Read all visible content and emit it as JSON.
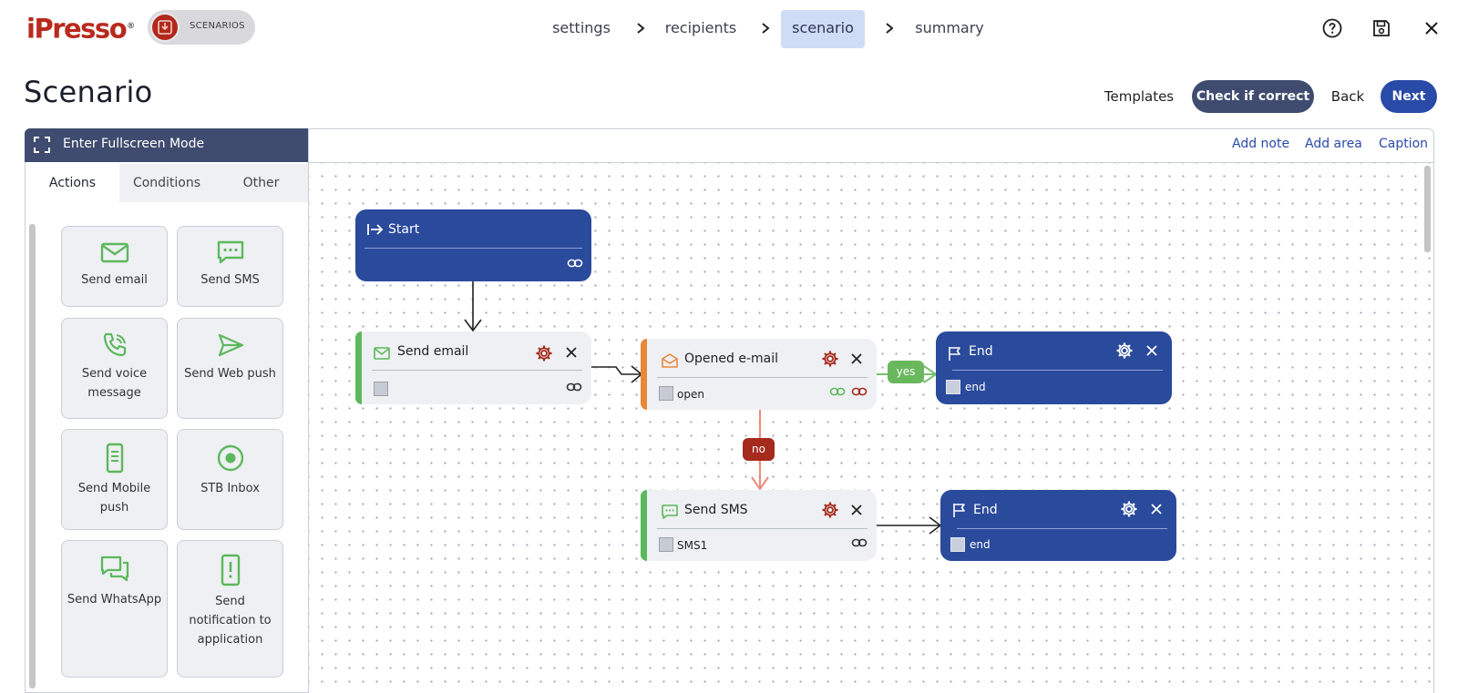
{
  "app": {
    "logo": "iPresso",
    "logo_mark": "®",
    "module_badge": "SCENARIOS"
  },
  "steps": [
    {
      "label": "settings"
    },
    {
      "label": "recipients"
    },
    {
      "label": "scenario"
    },
    {
      "label": "summary"
    }
  ],
  "header": {
    "title": "Scenario",
    "templates": "Templates",
    "check": "Check if correct",
    "back": "Back",
    "next": "Next"
  },
  "panel": {
    "fullscreen": "Enter Fullscreen Mode",
    "add_note": "Add note",
    "add_area": "Add area",
    "caption": "Caption",
    "tabs": [
      "Actions",
      "Conditions",
      "Other"
    ],
    "tiles": [
      {
        "label": "Send email",
        "icon": "mail-icon"
      },
      {
        "label": "Send SMS",
        "icon": "sms-icon"
      },
      {
        "label": "Send voice message",
        "icon": "phone-icon"
      },
      {
        "label": "Send Web push",
        "icon": "send-icon"
      },
      {
        "label": "Send Mobile push",
        "icon": "mobile-icon"
      },
      {
        "label": "STB Inbox",
        "icon": "radio-icon"
      },
      {
        "label": "Send WhatsApp",
        "icon": "chat-icon"
      },
      {
        "label": "Send notification to application",
        "icon": "phone-alert-icon"
      }
    ]
  },
  "flow": {
    "start": {
      "title": "Start"
    },
    "send_email": {
      "title": "Send email"
    },
    "opened_email": {
      "title": "Opened e-mail",
      "sub": "open"
    },
    "end1": {
      "title": "End",
      "sub": "end"
    },
    "send_sms": {
      "title": "Send SMS",
      "sub": "SMS1"
    },
    "end2": {
      "title": "End",
      "sub": "end"
    },
    "yes_label": "yes",
    "no_label": "no"
  },
  "colors": {
    "brand_red": "#b92a1e",
    "primary_blue": "#2a4aa8",
    "node_blue": "#2a4a9c",
    "dark_slate": "#3f4c6f",
    "action_green": "#5cb85c",
    "condition_orange": "#e8873a",
    "no_red": "#a52a1c"
  }
}
